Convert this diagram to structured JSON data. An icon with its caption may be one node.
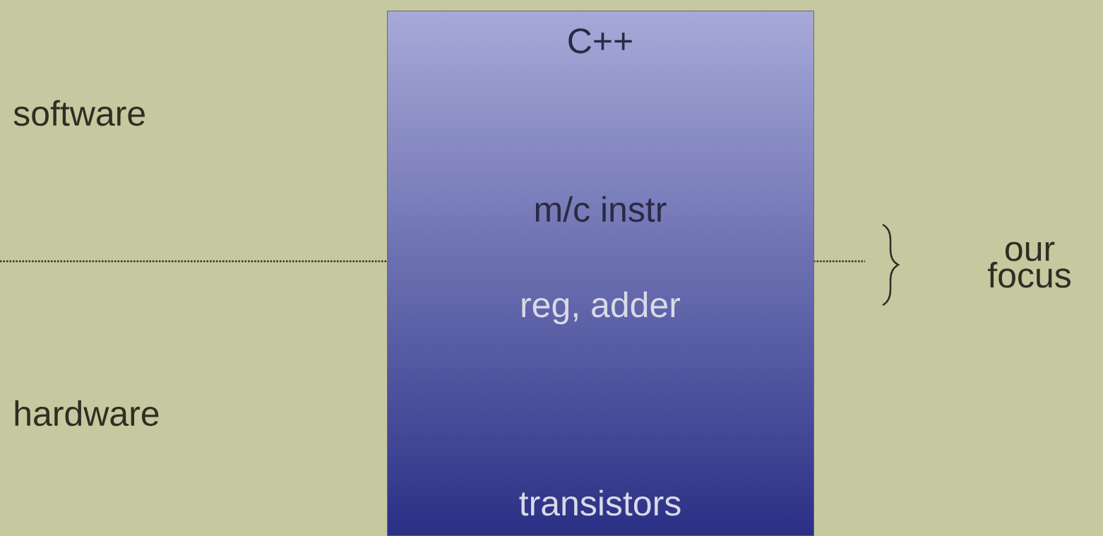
{
  "diagram": {
    "nodes": [
      {
        "text": [
          "C++",
          "m/c instr",
          "reg, adder",
          "transistors"
        ]
      }
    ],
    "labels": [
      "software",
      "hardware",
      "our focus"
    ]
  }
}
